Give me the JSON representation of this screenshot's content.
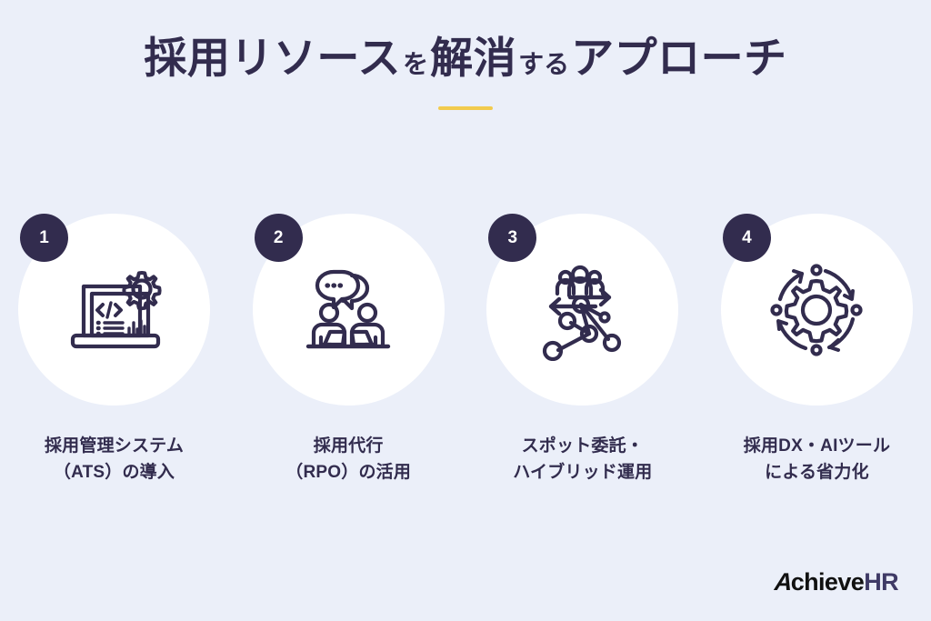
{
  "colors": {
    "background": "#EBEFF9",
    "ink": "#322C4E",
    "card": "#FFFFFF",
    "accent": "#F2CB4E",
    "logo_dark": "#111111",
    "logo_hr": "#3F3A66"
  },
  "header": {
    "title_part_1": "採用リソース",
    "title_particle_1": "を",
    "title_part_2": "解消",
    "title_particle_2": "する",
    "title_part_3": "アプローチ",
    "title_full": "採用リソースを解消するアプローチ"
  },
  "cards": [
    {
      "number": "1",
      "icon": "laptop-code-chart-gear-icon",
      "label": "採用管理システム\n（ATS）の導入"
    },
    {
      "number": "2",
      "icon": "two-people-laptops-chat-icon",
      "label": "採用代行\n（RPO）の活用"
    },
    {
      "number": "3",
      "icon": "network-nodes-people-arrows-icon",
      "label": "スポット委託・\nハイブリッド運用"
    },
    {
      "number": "4",
      "icon": "gear-cycle-arrows-icon",
      "label": "採用DX・AIツール\nによる省力化"
    }
  ],
  "logo": {
    "mark": "A",
    "name": "chieve",
    "suffix": "HR",
    "full": "AchieveHR"
  }
}
